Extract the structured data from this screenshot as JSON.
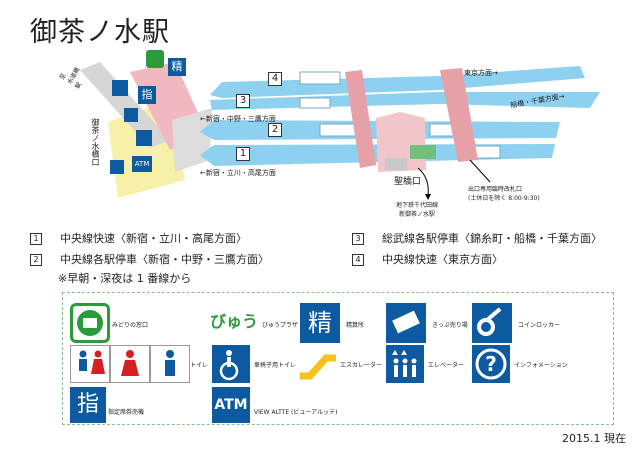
{
  "title": "御茶ノ水駅",
  "map": {
    "track_numbers": [
      "4",
      "3",
      "2",
      "1"
    ],
    "direction_labels": {
      "tokyo": "東京方面→",
      "funabashi": "船橋・千葉方面→",
      "shinjuku_mitaka": "←新宿・中野・三鷹方面",
      "shinjuku_takao": "←新宿・立川・高尾方面"
    },
    "exit_labels": {
      "ochanomizubashi": "御茶ノ水橋口",
      "hijiribashi": "聖橋口"
    },
    "street_label": "至\n水道橋\n駅",
    "subway_label": "地下鉄千代田線\n新御茶ノ水駅",
    "temp_exit_label": "出口専用臨時改札口\n(土休日を除く 8:00-9:30)"
  },
  "platform_legend": [
    {
      "num": "1",
      "text": "中央線快速〈新宿・立川・高尾方面〉"
    },
    {
      "num": "2",
      "text": "中央線各駅停車〈新宿・中野・三鷹方面〉"
    },
    {
      "num": "3",
      "text": "総武線各駅停車〈錦糸町・船橋・千葉方面〉"
    },
    {
      "num": "4",
      "text": "中央線快速〈東京方面〉"
    }
  ],
  "platform_note": "※早朝・深夜は 1 番線から",
  "icon_legend": {
    "midori": "みどりの窓口",
    "viewplaza_logo": "びゅう",
    "viewplaza": "びゅうプラザ",
    "seisan_glyph": "精",
    "seisan": "精算所",
    "ticket": "きっぷ売り場",
    "locker": "コインロッカー",
    "toilet": "トイレ",
    "wheelchair_toilet": "車椅子用トイレ",
    "escalator": "エスカレーター",
    "elevator": "エレベーター",
    "info": "インフォメーション",
    "reserved_glyph": "指",
    "reserved": "指定席券売機",
    "atm_glyph": "ATM",
    "atm": "VIEW ALTTE (ビューアルッテ)"
  },
  "date": "2015.1 現在",
  "colors": {
    "platform": "#8ed0ef",
    "bridge": "#e8a0a8",
    "concourse": "#f7f0a8",
    "icon_blue": "#0e5aa0",
    "midori": "#2a9a3a",
    "toilet_red": "#d42020"
  }
}
